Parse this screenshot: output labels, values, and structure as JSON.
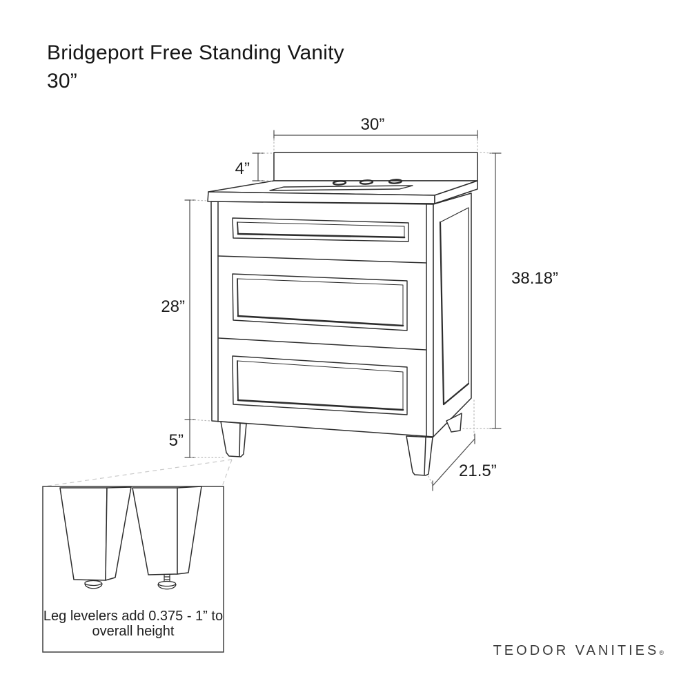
{
  "title": {
    "line1": "Bridgeport Free Standing Vanity",
    "line2": "30”"
  },
  "drawing": {
    "dimensions": {
      "top_width": "30”",
      "backsplash_height": "4”",
      "cabinet_body_height": "28”",
      "leg_height": "5”",
      "overall_height": "38.18”",
      "depth": "21.5”"
    },
    "inset_note": {
      "line1": "Leg levelers add 0.375 - 1” to",
      "line2": "overall height"
    }
  },
  "brand": {
    "name": "TEODOR VANITIES",
    "registered_mark": "®"
  },
  "colors": {
    "background": "#ffffff",
    "product_line": "#2d2d2d",
    "dimension_line": "#4d4d4d",
    "leader_dotted": "#b9b9b9",
    "text": "#1b1b1b"
  }
}
